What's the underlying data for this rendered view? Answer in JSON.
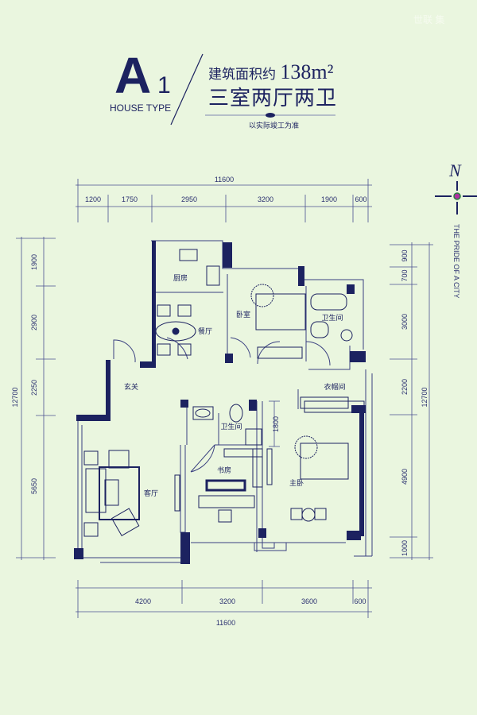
{
  "header": {
    "type_letter": "A",
    "type_number": "1",
    "house_type": "HOUSE TYPE",
    "area_label": "建筑面积约",
    "area_value": "138m²",
    "layout": "三室两厅两卫",
    "note": "以实际竣工为准"
  },
  "watermark": "世联 集",
  "compass": {
    "north": "N",
    "tagline": "THE PRIDE OF A CITY"
  },
  "rooms": {
    "kitchen": "厨房",
    "dining": "餐厅",
    "bedroom": "卧室",
    "bath1": "卫生间",
    "foyer": "玄关",
    "closet": "衣帽间",
    "bath2": "卫生间",
    "study": "书房",
    "master": "主卧",
    "living": "客厅"
  },
  "dimensions": {
    "top_total": "11600",
    "top": [
      "1200",
      "1750",
      "2950",
      "3200",
      "1900",
      "600"
    ],
    "bottom_total": "11600",
    "bottom": [
      "4200",
      "3200",
      "3600",
      "600"
    ],
    "left_total": "12700",
    "left": [
      "1900",
      "2900",
      "2250",
      "5650"
    ],
    "right_total": "12700",
    "right": [
      "900",
      "700",
      "3000",
      "2200",
      "4900",
      "1000"
    ],
    "inner": "1800"
  },
  "colors": {
    "background": "#eaf6df",
    "ink": "#1c2260"
  }
}
